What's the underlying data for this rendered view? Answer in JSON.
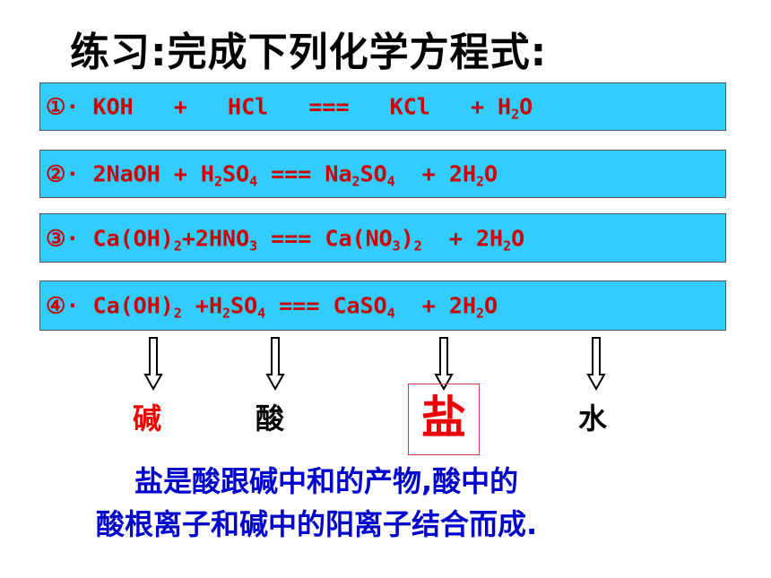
{
  "title": "练习:完成下列化学方程式:",
  "equations": [
    {
      "num": "①·",
      "parts": [
        " KOH   +   HCl   ===   KCl   + H",
        "2",
        "O"
      ]
    },
    {
      "num": "②·",
      "parts": [
        " 2NaOH + H",
        "2",
        "SO",
        "4",
        " === Na",
        "2",
        "SO",
        "4",
        "  + 2H",
        "2",
        "O"
      ]
    },
    {
      "num": "③·",
      "parts": [
        " Ca(OH)",
        "2",
        "+2HNO",
        "3",
        " === Ca(NO",
        "3",
        ")",
        "2",
        "  + 2H",
        "2",
        "O"
      ]
    },
    {
      "num": "④·",
      "parts": [
        " Ca(OH)",
        "2",
        " +H",
        "2",
        "SO",
        "4",
        " === CaSO",
        "4",
        "  + 2H",
        "2",
        "O"
      ]
    }
  ],
  "labels": {
    "base": "碱",
    "acid": "酸",
    "salt": "盐",
    "water": "水"
  },
  "colors": {
    "box": "#33ccff",
    "equation": "#cc0000",
    "base": "#ee0000",
    "salt": "#ee0000",
    "acid": "#000000",
    "water": "#000000",
    "description": "#0000cc"
  },
  "description": {
    "line1": "盐是酸跟碱中和的产物,酸中的",
    "line2": "酸根离子和碱中的阳离子结合而成."
  }
}
